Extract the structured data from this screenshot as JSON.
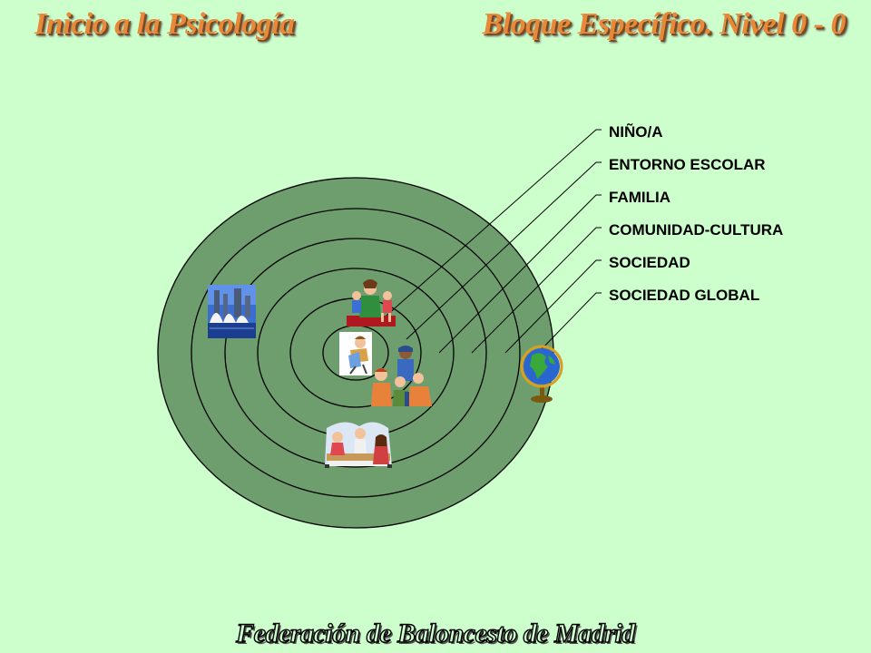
{
  "header": {
    "left_title": "Inicio a la Psicología",
    "right_title": "Bloque Específico. Nivel 0 - 0"
  },
  "levels": [
    {
      "label": "NIÑO/A"
    },
    {
      "label": "ENTORNO ESCOLAR"
    },
    {
      "label": "FAMILIA"
    },
    {
      "label": "COMUNIDAD-CULTURA"
    },
    {
      "label": "SOCIEDAD"
    },
    {
      "label": "SOCIEDAD GLOBAL"
    }
  ],
  "colors": {
    "background": "#ccffcc",
    "rings": "#6e9e6e",
    "title": "#e8893a"
  },
  "icons": [
    "children-playing-icon",
    "child-reading-icon",
    "people-group-icon",
    "family-dinner-icon",
    "city-skyline-photo",
    "globe-icon"
  ],
  "footer": {
    "text": "Federación de Baloncesto de Madrid"
  }
}
